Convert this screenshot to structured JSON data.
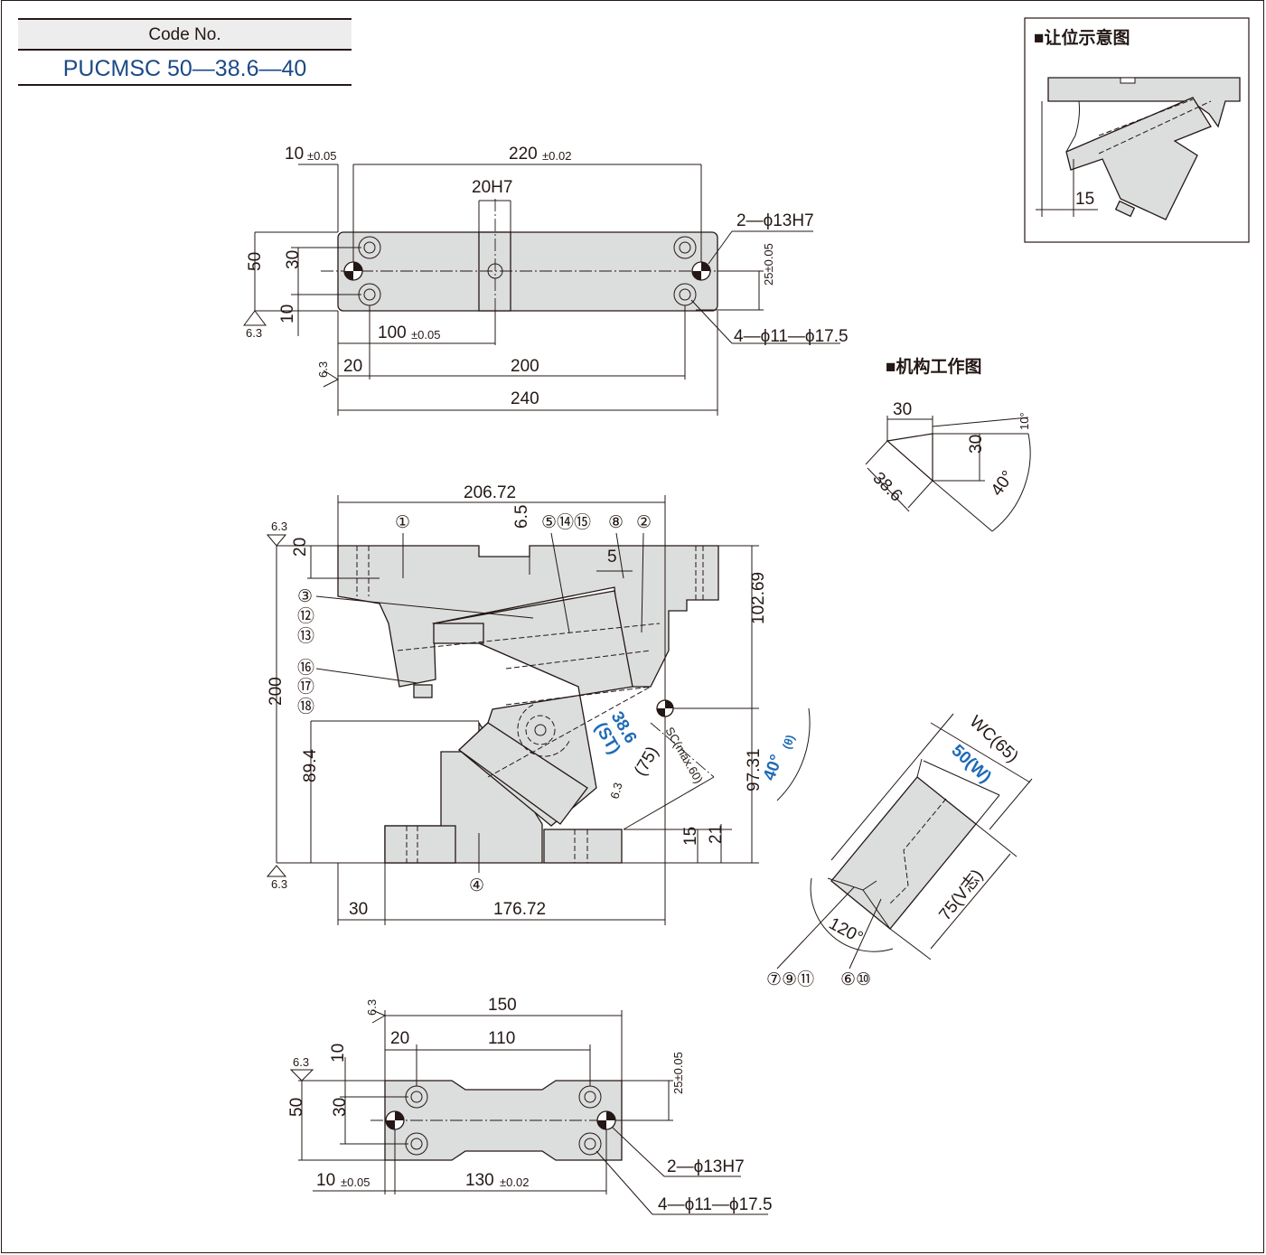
{
  "code": {
    "header": "Code No.",
    "value": "PUCMSC 50—38.6—40"
  },
  "top_view": {
    "d_10": "10",
    "tol_005": "±0.05",
    "d_220": "220",
    "tol_002": "±0.02",
    "d_20h7": "20H7",
    "hole_13": "2—ϕ13H7",
    "d_50": "50",
    "d_30": "30",
    "d_10b": "10",
    "d_25": "25±0.05",
    "hole_11": "4—ϕ11—ϕ17.5",
    "d_100": "100",
    "d_20": "20",
    "d_200": "200",
    "d_240": "240",
    "rough": "6.3"
  },
  "front_view": {
    "d_20672": "206.72",
    "d_65": "6.5",
    "d_20": "20",
    "d_5": "5",
    "d_10269": "102.69",
    "d_200": "200",
    "d_894": "89.4",
    "d_9731": "97.31",
    "d_15": "15",
    "d_21": "21",
    "d_30": "30",
    "d_17672": "176.72",
    "st_val": "38.6",
    "st_lbl": "(ST)",
    "sc": "SC(max.60)",
    "d_75": "(75)",
    "angle": "40°",
    "theta": "(θ)",
    "rough": "6.3",
    "c1": "①",
    "c2": "②",
    "c3": "③",
    "c4": "④",
    "c5": "⑤⑭⑮",
    "c8": "⑧",
    "c12": "⑫",
    "c13": "⑬",
    "c16": "⑯",
    "c17": "⑰",
    "c18": "⑱"
  },
  "bottom_view": {
    "d_150": "150",
    "d_20": "20",
    "d_110": "110",
    "d_10": "10",
    "d_50": "50",
    "d_30": "30",
    "d_25": "25±0.05",
    "d_10b": "10",
    "tol_005": "±0.05",
    "d_130": "130",
    "tol_002": "±0.02",
    "hole_13": "2—ϕ13H7",
    "hole_11": "4—ϕ11—ϕ17.5",
    "rough": "6.3"
  },
  "clearance": {
    "title": "■让位示意图",
    "d_15": "15"
  },
  "mechanism": {
    "title": "■机构工作图",
    "d_30a": "30",
    "d_30b": "30",
    "d_10": "10°",
    "d_386": "38.6",
    "d_40": "40°"
  },
  "blade": {
    "wc": "WC(65)",
    "w": "50(W)",
    "v": "75(V志)",
    "angle": "120°",
    "parts_a": "⑦⑨⑪",
    "parts_b": "⑥⑩"
  }
}
